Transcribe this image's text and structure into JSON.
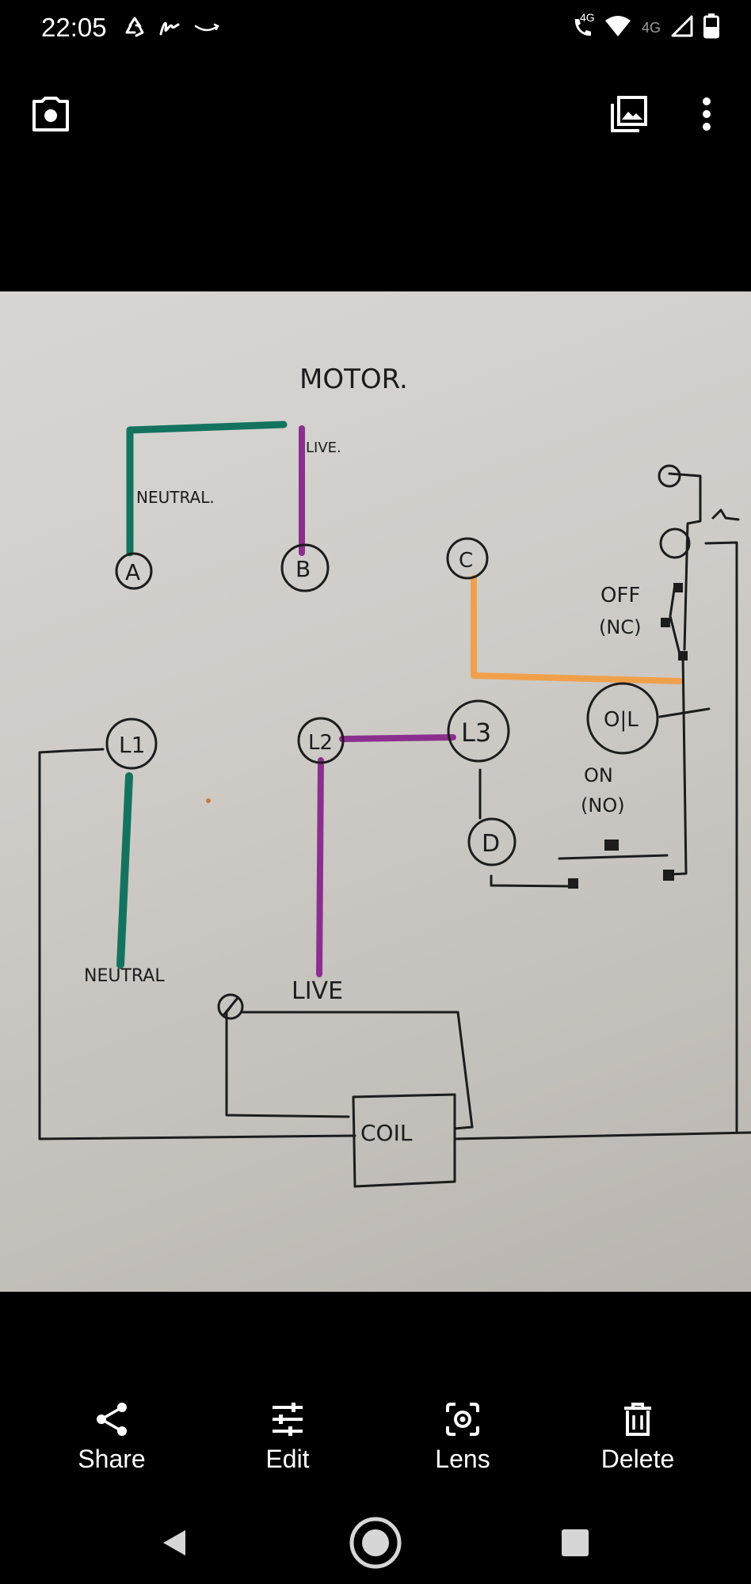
{
  "status_bar": {
    "time": "22:05",
    "left_icons": [
      "recycle-icon",
      "signature-icon",
      "amazon-smile-icon"
    ],
    "call_network": "4G",
    "mobile_network": "4G",
    "right_icons": [
      "wifi-calling-icon",
      "wifi-icon",
      "cell-signal-icon",
      "battery-icon"
    ]
  },
  "top_bar": {
    "left_icon": "camera-icon",
    "right_icons": [
      "gallery-icon",
      "more-vert-icon"
    ]
  },
  "photo": {
    "handwritten_labels": {
      "motor": "MOTOR.",
      "live_top": "LIVE.",
      "neutral_top": "NEUTRAL.",
      "terminal_a": "A",
      "terminal_b": "B",
      "terminal_c": "C",
      "terminal_d": "D",
      "terminal_l1": "L1",
      "terminal_l2": "L2",
      "terminal_l3": "L3",
      "overload": "O|L",
      "off": "OFF",
      "nc": "(NC)",
      "on": "ON",
      "no": "(NO)",
      "neutral_bottom": "NEUTRAL",
      "live_bottom": "LIVE",
      "coil": "COIL"
    },
    "wire_colors": {
      "green": "#14735f",
      "purple": "#8b2f8f",
      "orange": "#f0a04b",
      "ink": "#1c1c1c"
    }
  },
  "actions": [
    {
      "label": "Share",
      "icon": "share-icon"
    },
    {
      "label": "Edit",
      "icon": "sliders-icon"
    },
    {
      "label": "Lens",
      "icon": "lens-icon"
    },
    {
      "label": "Delete",
      "icon": "trash-icon"
    }
  ],
  "nav": [
    "back-icon",
    "home-icon",
    "recents-icon"
  ]
}
